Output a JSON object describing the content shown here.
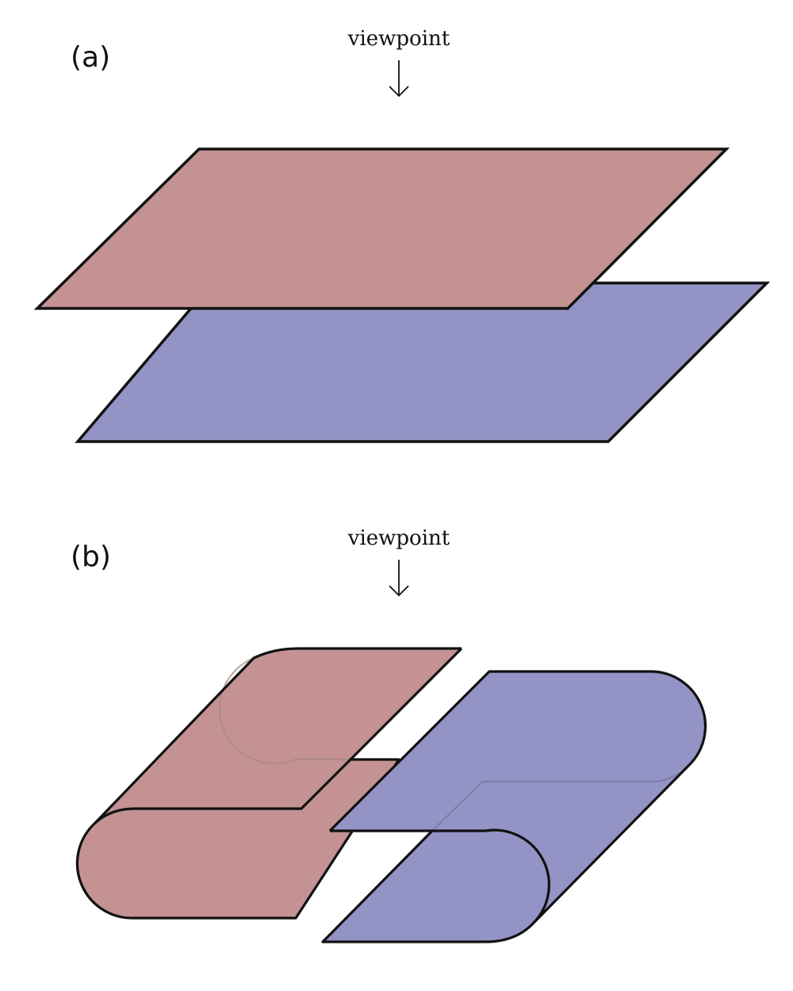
{
  "panels": [
    {
      "label": "(a)",
      "viewpoint_label": "viewpoint"
    },
    {
      "label": "(b)",
      "viewpoint_label": "viewpoint"
    }
  ],
  "colors": {
    "red_sheet": "#c49292",
    "blue_sheet": "#9393c5",
    "outline": "#111111",
    "hidden_edge": "#a88888"
  }
}
